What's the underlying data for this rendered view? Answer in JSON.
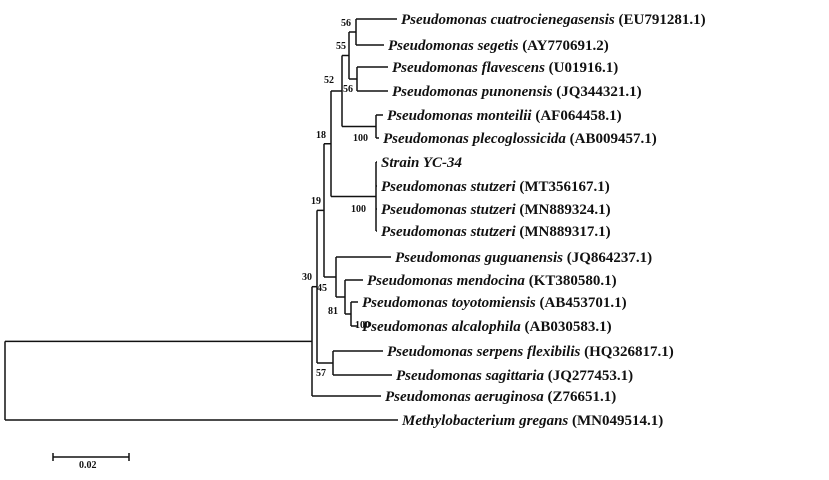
{
  "leaves": [
    {
      "id": "cuatro",
      "name": "Pseudomonas cuatrocienegasensis",
      "accession": "(EU791281.1)"
    },
    {
      "id": "segetis",
      "name": "Pseudomonas segetis",
      "accession": "(AY770691.2)"
    },
    {
      "id": "flavescens",
      "name": "Pseudomonas flavescens",
      "accession": "(U01916.1)"
    },
    {
      "id": "punonensis",
      "name": "Pseudomonas punonensis",
      "accession": "(JQ344321.1)"
    },
    {
      "id": "monteilii",
      "name": "Pseudomonas monteilii",
      "accession": "(AF064458.1)"
    },
    {
      "id": "plecoglossicida",
      "name": "Pseudomonas plecoglossicida",
      "accession": "(AB009457.1)"
    },
    {
      "id": "yc34",
      "name": "Strain YC-34",
      "accession": ""
    },
    {
      "id": "stutzeri1",
      "name": "Pseudomonas stutzeri",
      "accession": "(MT356167.1)"
    },
    {
      "id": "stutzeri2",
      "name": "Pseudomonas stutzeri",
      "accession": "(MN889324.1)"
    },
    {
      "id": "stutzeri3",
      "name": "Pseudomonas stutzeri",
      "accession": "(MN889317.1)"
    },
    {
      "id": "guguanensis",
      "name": "Pseudomonas guguanensis",
      "accession": "(JQ864237.1)"
    },
    {
      "id": "mendocina",
      "name": "Pseudomonas mendocina",
      "accession": "(KT380580.1)"
    },
    {
      "id": "toyotomiensis",
      "name": "Pseudomonas toyotomiensis",
      "accession": "(AB453701.1)"
    },
    {
      "id": "alcalophila",
      "name": "Pseudomonas alcalophila",
      "accession": "(AB030583.1)"
    },
    {
      "id": "serpens",
      "name": "Pseudomonas serpens flexibilis",
      "accession": "(HQ326817.1)"
    },
    {
      "id": "sagittaria",
      "name": "Pseudomonas sagittaria",
      "accession": "(JQ277453.1)"
    },
    {
      "id": "aeruginosa",
      "name": "Pseudomonas aeruginosa",
      "accession": "(Z76651.1)"
    },
    {
      "id": "methylo",
      "name": "Methylobacterium gregans",
      "accession": "(MN049514.1)"
    }
  ],
  "bootstrap": [
    {
      "id": "n_cuatro_segetis",
      "value": "56"
    },
    {
      "id": "n_flav_pun",
      "value": "56"
    },
    {
      "id": "n_four",
      "value": "55"
    },
    {
      "id": "n_five",
      "value": "52"
    },
    {
      "id": "n_mont_plec",
      "value": "100"
    },
    {
      "id": "n_putida",
      "value": "18"
    },
    {
      "id": "n_stutzeri",
      "value": "100"
    },
    {
      "id": "n_upper",
      "value": "19"
    },
    {
      "id": "n_mendocina",
      "value": "45"
    },
    {
      "id": "n_toy_alc",
      "value": "100"
    },
    {
      "id": "n_mend_toy",
      "value": "81"
    },
    {
      "id": "n_main",
      "value": "30"
    },
    {
      "id": "n_serp_sag",
      "value": "57"
    }
  ],
  "scale_bar": {
    "label": "0.02"
  }
}
